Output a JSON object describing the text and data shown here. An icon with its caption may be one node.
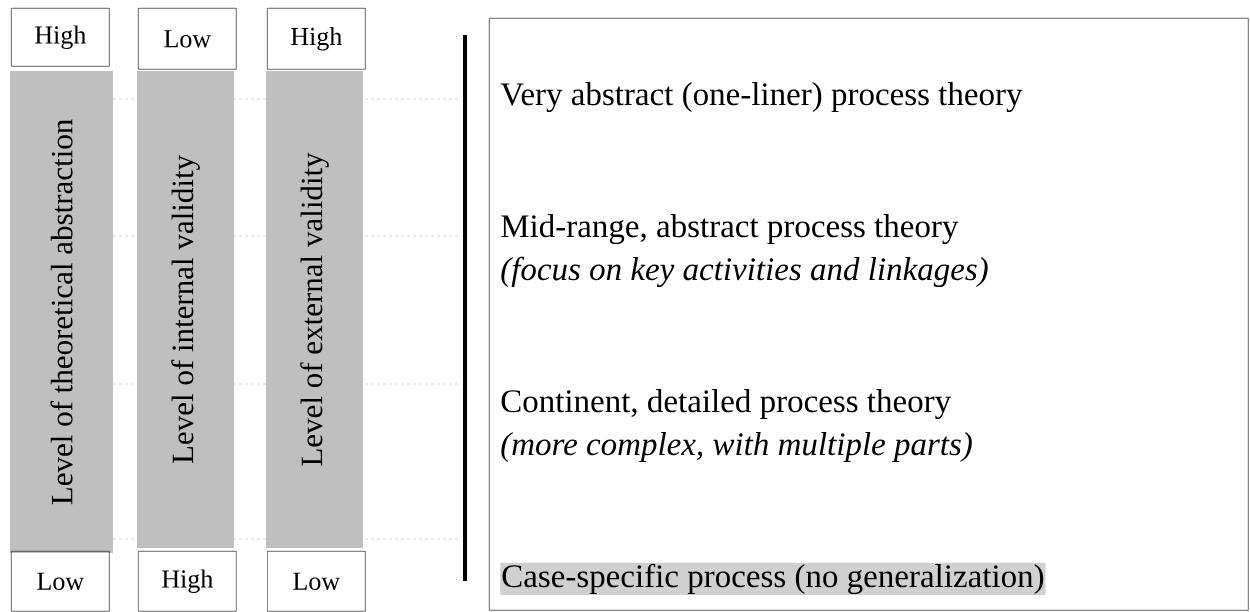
{
  "diagram": {
    "nodes": [
      {
        "text": [
          "High"
        ]
      },
      {
        "text": [
          "Low"
        ]
      },
      {
        "text": [
          "High"
        ]
      },
      {
        "text": [
          "Level of theoretical abstraction"
        ]
      },
      {
        "text": [
          "Level of internal validity"
        ]
      },
      {
        "text": [
          "Level of external validity"
        ]
      },
      {
        "text": [
          "Low"
        ]
      },
      {
        "text": [
          "High"
        ]
      },
      {
        "text": [
          "Low"
        ]
      },
      {
        "text": [
          "Very abstract (one-liner) process theory",
          "Mid-range, abstract process theory",
          "(focus on key activities and linkages)",
          "Continent, detailed process theory",
          "(more complex, with multiple parts)",
          "Case-specific process (no generalization)"
        ]
      }
    ]
  }
}
